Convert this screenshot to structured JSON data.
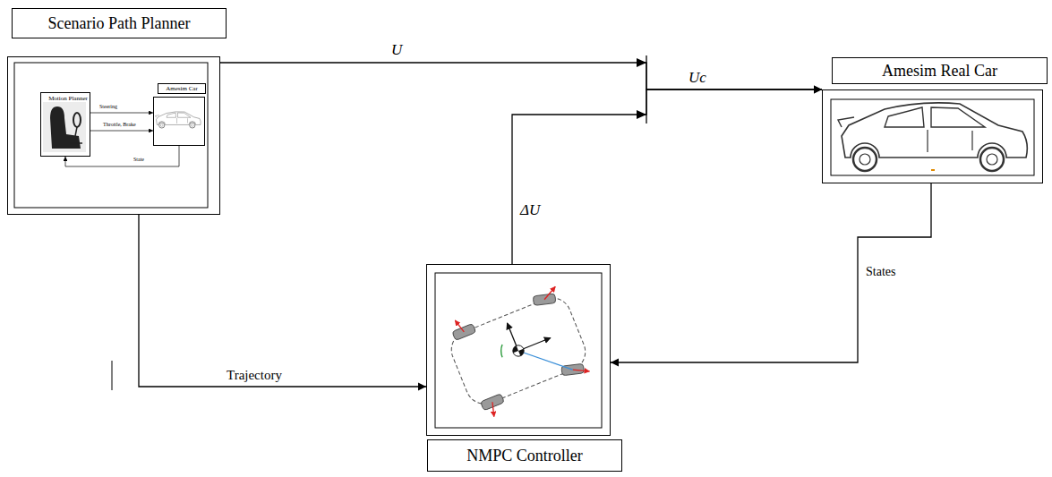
{
  "diagram": {
    "nodes": [
      {
        "text": [
          "Scenario Path Planner"
        ]
      },
      {
        "text": [
          "Motion Planner"
        ],
        "in": 0
      },
      {
        "text": [
          "Amesim Car"
        ],
        "in": 0
      },
      {
        "text": [
          "Amesim Real Car"
        ]
      },
      {
        "text": [
          "NMPC Controller"
        ]
      }
    ],
    "edges": [
      {
        "from": 1,
        "to": 2,
        "arrow": "to",
        "label": "Steering"
      },
      {
        "from": 1,
        "to": 2,
        "arrow": "to",
        "label": "Throttle, Brake"
      },
      {
        "from": 2,
        "to": 1,
        "arrow": "to",
        "label": "State"
      },
      {
        "from": 0,
        "to": 3,
        "arrow": "to",
        "label": "U"
      },
      {
        "from": 4,
        "to": 3,
        "arrow": "to",
        "label": "ΔU"
      },
      {
        "from": 0,
        "to": 4,
        "arrow": "to",
        "label": "Trajectory"
      },
      {
        "from": 3,
        "to": 4,
        "arrow": "to",
        "label": "States"
      }
    ],
    "labels": [
      "Uc"
    ]
  }
}
